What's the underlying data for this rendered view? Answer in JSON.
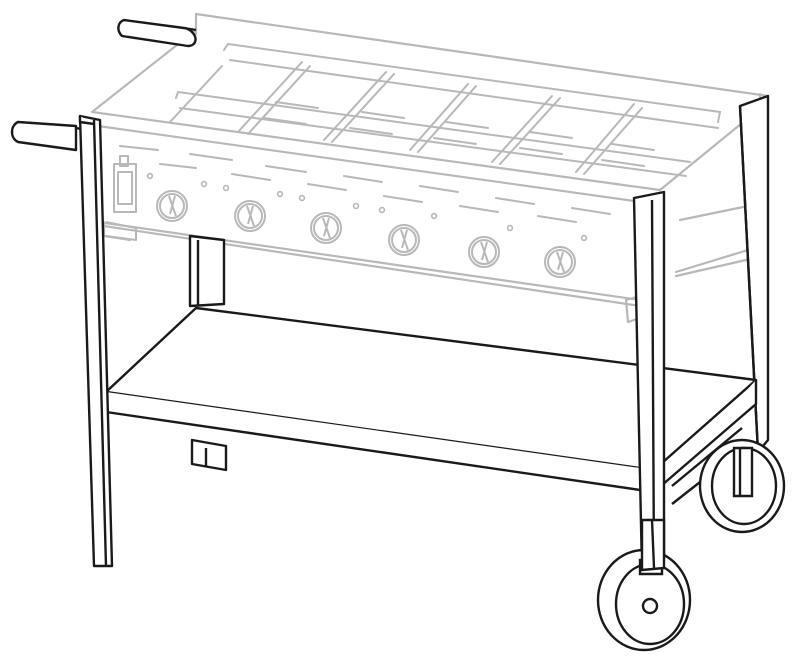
{
  "figure": {
    "subject": "line-drawing",
    "colors": {
      "background": "#ffffff",
      "primary_line": "#1a1a1a",
      "faded_line": "#b8b8b8"
    },
    "burner_count": 6,
    "wheel_count": 2,
    "handle_count": 2
  }
}
